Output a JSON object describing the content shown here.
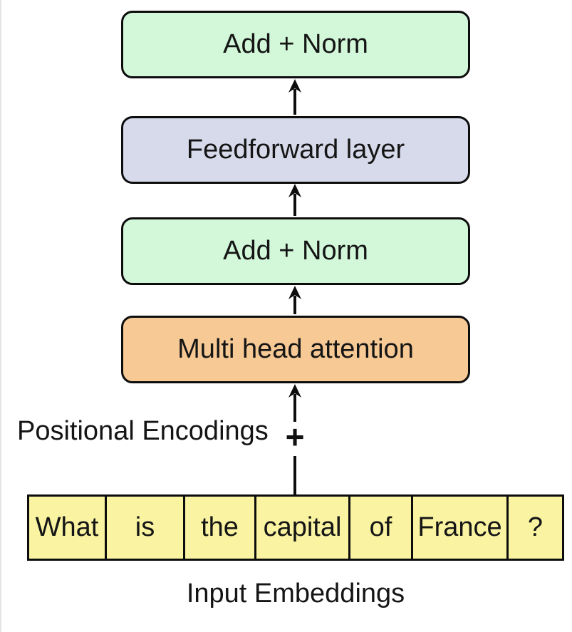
{
  "diagram": {
    "title_none": "",
    "blocks": [
      {
        "id": "add-norm-top",
        "label": "Add + Norm",
        "color": "#d2f7d9"
      },
      {
        "id": "feedforward",
        "label": "Feedforward layer",
        "color": "#d7daea"
      },
      {
        "id": "add-norm-mid",
        "label": "Add + Norm",
        "color": "#d2f7d9"
      },
      {
        "id": "multi-head-attention",
        "label": "Multi head attention",
        "color": "#f6c995"
      }
    ],
    "positional_encodings_label": "Positional Encodings",
    "plus_symbol": "+",
    "tokens": [
      "What",
      "is",
      "the",
      "capital",
      "of",
      "France",
      "?"
    ],
    "token_fill_color": "#f9f3a2",
    "input_embeddings_label": "Input Embeddings",
    "line_color": "#0d0d0d"
  }
}
